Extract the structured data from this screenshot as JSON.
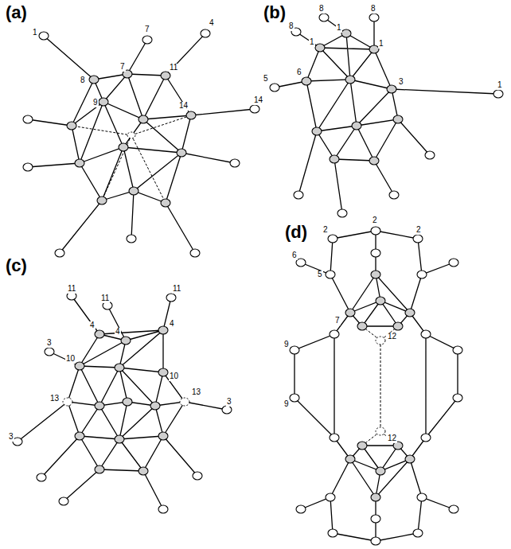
{
  "diagram": {
    "labels": [
      "(a)",
      "1",
      "7",
      "4",
      "8",
      "7",
      "11",
      "9",
      "14",
      "14",
      "(b)",
      "8",
      "8",
      "8",
      "1",
      "1",
      "1",
      "5",
      "6",
      "3",
      "1",
      "(c)",
      "11",
      "11",
      "11",
      "4",
      "4",
      "4",
      "3",
      "10",
      "10",
      "13",
      "3",
      "13",
      "3",
      "(d)",
      "2",
      "2",
      "2",
      "6",
      "5",
      "7",
      "9",
      "9",
      "12",
      "12"
    ]
  }
}
